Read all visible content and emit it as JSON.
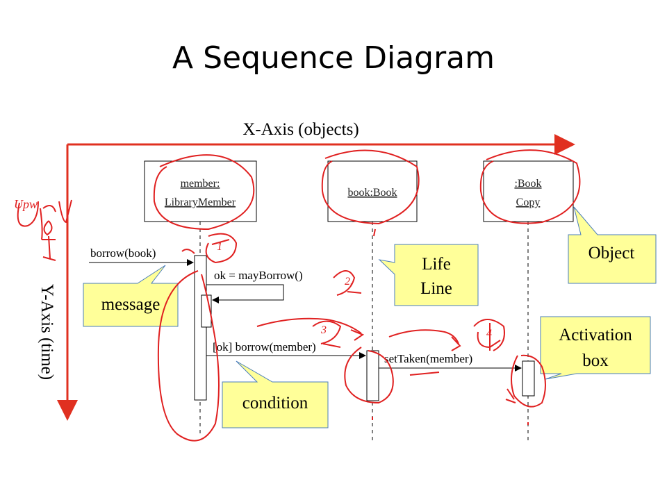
{
  "title": "A Sequence Diagram",
  "axes": {
    "x_label": "X-Axis (objects)",
    "y_label": "Y-Axis (time)",
    "color": "#e03020"
  },
  "objects": [
    {
      "line1": "member:",
      "line2": "LibraryMember"
    },
    {
      "line1": "book:Book"
    },
    {
      "line1": ":Book",
      "line2": "Copy"
    }
  ],
  "messages": {
    "borrow": "borrow(book)",
    "may_borrow": "ok = mayBorrow()",
    "borrow_member": "[ok] borrow(member)",
    "set_taken": "setTaken(member)"
  },
  "callouts": {
    "message": "message",
    "life_line": [
      "Life",
      "Line"
    ],
    "object": "Object",
    "activation": [
      "Activation",
      "box"
    ],
    "condition": "condition"
  },
  "colors": {
    "callout_fill": "#ffff99",
    "callout_stroke": "#4a7ebb",
    "annotation": "#e02020"
  },
  "handwriting": {
    "side_note": "Upw",
    "step_1": "1",
    "step_2": "2.",
    "step_3": "3",
    "step_4": "4"
  }
}
